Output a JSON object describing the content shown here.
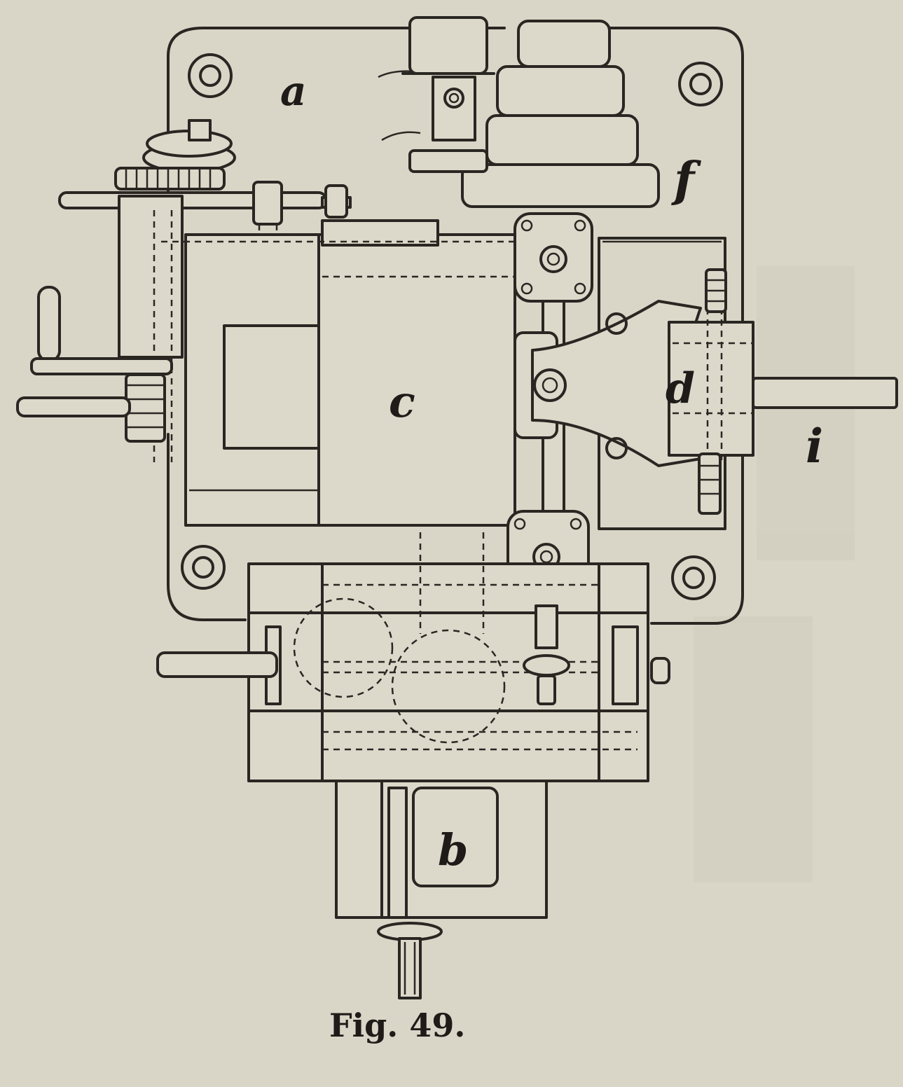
{
  "figure": {
    "caption": "Fig. 49.",
    "labels": {
      "a": "a",
      "b": "b",
      "c": "c",
      "d": "d",
      "f": "f",
      "i": "i"
    }
  },
  "colors": {
    "paper": "#d9d6c8",
    "ink": "#2a2622"
  }
}
